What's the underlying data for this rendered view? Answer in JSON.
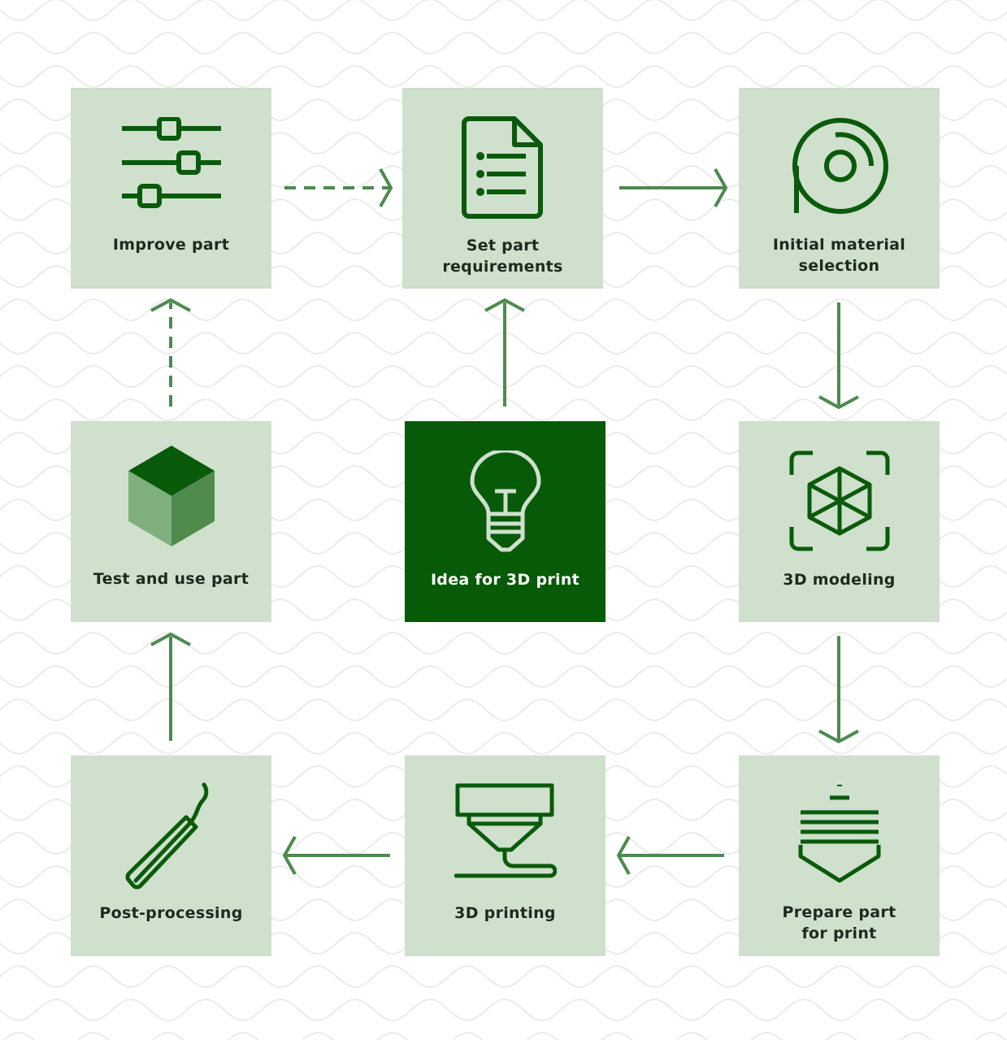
{
  "colors": {
    "tile": "#cfe0cd",
    "center_tile": "#075a08",
    "icon": "#0a5a0b",
    "arrow": "#4d8a4f",
    "wave": "#e9ece9"
  },
  "steps": {
    "improve_part": {
      "label": "Improve part",
      "icon": "sliders-icon"
    },
    "set_requirements": {
      "label": "Set part\nrequirements",
      "icon": "document-list-icon"
    },
    "material_selection": {
      "label": "Initial material\nselection",
      "icon": "filament-spool-icon"
    },
    "test_and_use": {
      "label": "Test and use part",
      "icon": "cube-icon"
    },
    "idea": {
      "label": "Idea for 3D print",
      "icon": "lightbulb-icon"
    },
    "modeling": {
      "label": "3D modeling",
      "icon": "3d-model-scan-icon"
    },
    "post_processing": {
      "label": "Post-processing",
      "icon": "tool-pen-icon"
    },
    "printing": {
      "label": "3D printing",
      "icon": "printer-nozzle-icon"
    },
    "prepare": {
      "label": "Prepare part\nfor print",
      "icon": "slicing-layers-icon"
    }
  }
}
